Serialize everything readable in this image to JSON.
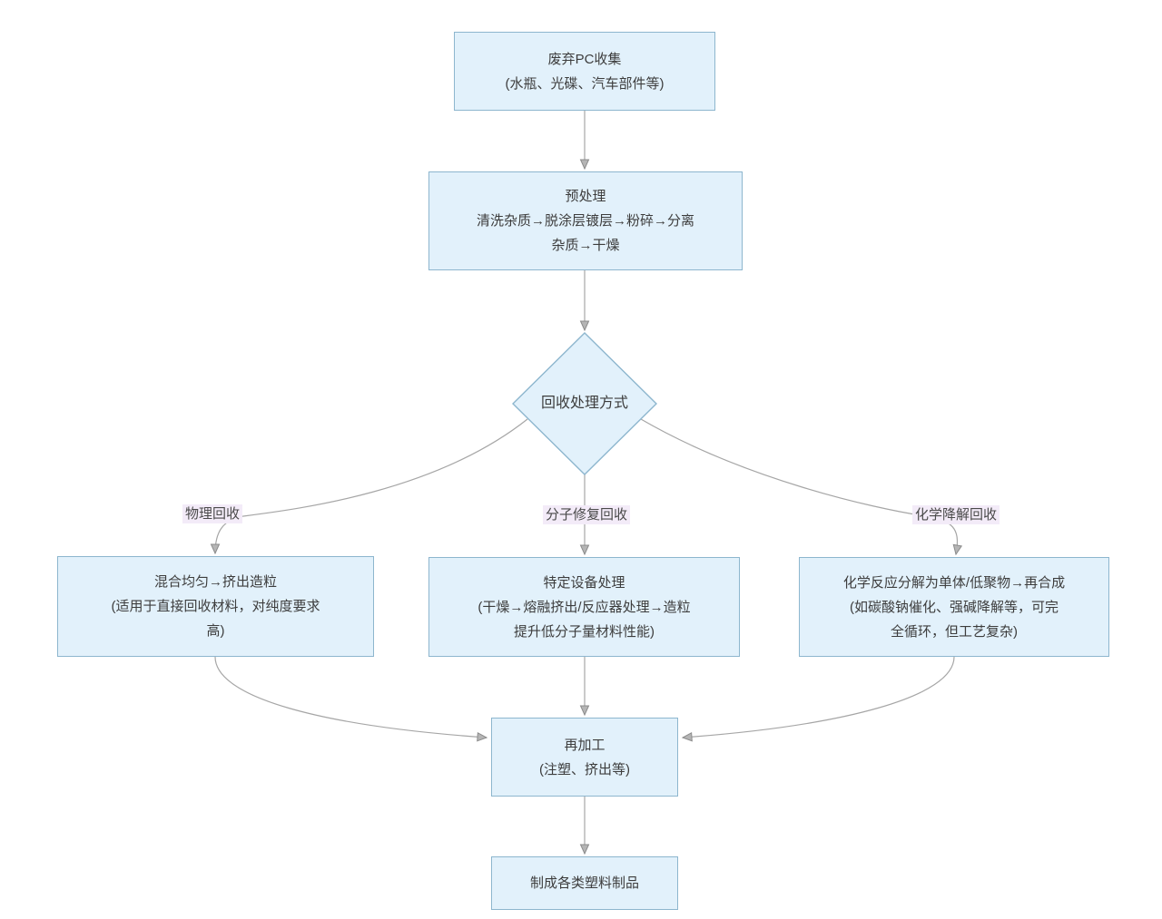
{
  "colors": {
    "background": "#ffffff",
    "node-fill": "#e2f1fb",
    "node-border": "#8db6ce",
    "connector": "#a6a6a6",
    "arrow-fill": "#b5b5b5",
    "arrow-stroke": "#8c8c8c",
    "label-bg": "#f3ebf8",
    "text": "#3d3d3d"
  },
  "nodes": {
    "collect": {
      "lines": [
        "废弃PC收集",
        "(水瓶、光碟、汽车部件等)"
      ]
    },
    "pretreat": {
      "lines": [
        "预处理",
        "清洗杂质→脱涂层镀层→粉碎→分离",
        "杂质→干燥"
      ]
    },
    "decision": {
      "lines": [
        "回收处理方式"
      ]
    },
    "physical": {
      "lines": [
        "混合均匀→挤出造粒",
        "(适用于直接回收材料，对纯度要求",
        "高)"
      ]
    },
    "molecular": {
      "lines": [
        "特定设备处理",
        "(干燥→熔融挤出/反应器处理→造粒",
        "提升低分子量材料性能)"
      ]
    },
    "chemical": {
      "lines": [
        "化学反应分解为单体/低聚物→再合成",
        "(如碳酸钠催化、强碱降解等，可完",
        "全循环，但工艺复杂)"
      ]
    },
    "reprocess": {
      "lines": [
        "再加工",
        "(注塑、挤出等)"
      ]
    },
    "product": {
      "lines": [
        "制成各类塑料制品"
      ]
    }
  },
  "branch_labels": {
    "physical": "物理回收",
    "molecular": "分子修复回收",
    "chemical": "化学降解回收"
  }
}
